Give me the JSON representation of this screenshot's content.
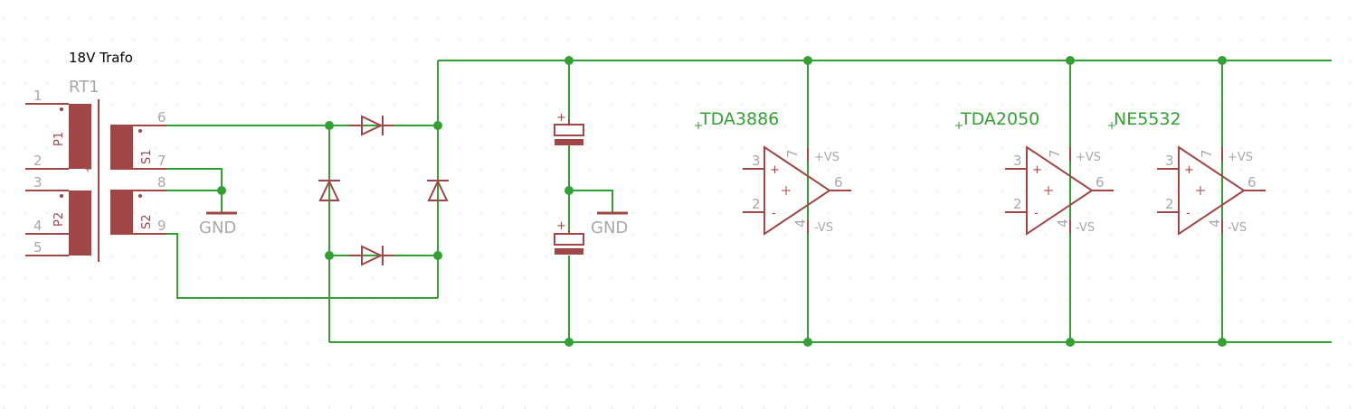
{
  "colors": {
    "wire": "#33a033",
    "symbol": "#a04646",
    "symbol_fill": "#a04646",
    "pin_label": "#a8a8a8",
    "part_value": "#000000",
    "grid_dot": "#c8c8c8",
    "background": "#ffffff"
  },
  "transformer": {
    "value": "18V Trafo",
    "name": "RT1",
    "pins": [
      "1",
      "2",
      "3",
      "4",
      "5",
      "6",
      "7",
      "8",
      "9"
    ],
    "windings": [
      "P1",
      "P2",
      "S1",
      "S2"
    ]
  },
  "gnd_labels": [
    "GND",
    "GND"
  ],
  "opamps": [
    {
      "name": "TDA3886",
      "pins": {
        "in_plus": "3",
        "in_minus": "2",
        "out": "6",
        "vplus": "7",
        "vminus": "4"
      },
      "supply_plus": "+VS",
      "supply_minus": "-VS"
    },
    {
      "name": "TDA2050",
      "pins": {
        "in_plus": "3",
        "in_minus": "2",
        "out": "6",
        "vplus": "7",
        "vminus": "4"
      },
      "supply_plus": "+VS",
      "supply_minus": "-VS"
    },
    {
      "name": "NE5532",
      "pins": {
        "in_plus": "3",
        "in_minus": "2",
        "out": "6",
        "vplus": "7",
        "vminus": "4"
      },
      "supply_plus": "+VS",
      "supply_minus": "-VS"
    }
  ],
  "symbols": {
    "plus_sign": "+",
    "minus_sign": "-"
  }
}
